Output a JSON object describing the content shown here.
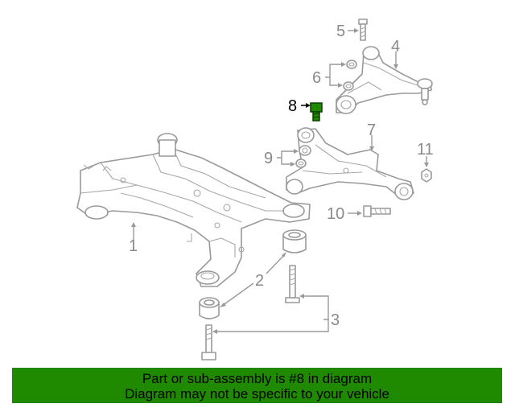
{
  "callouts": {
    "c1": "1",
    "c2": "2",
    "c3": "3",
    "c4": "4",
    "c5": "5",
    "c6": "6",
    "c7": "7",
    "c8": "8",
    "c9": "9",
    "c10": "10",
    "c11": "11"
  },
  "highlight_color": "#1f8a00",
  "banner": {
    "line1": "Part or sub-assembly is #8 in diagram",
    "line2": "Diagram may not be specific to your vehicle"
  }
}
